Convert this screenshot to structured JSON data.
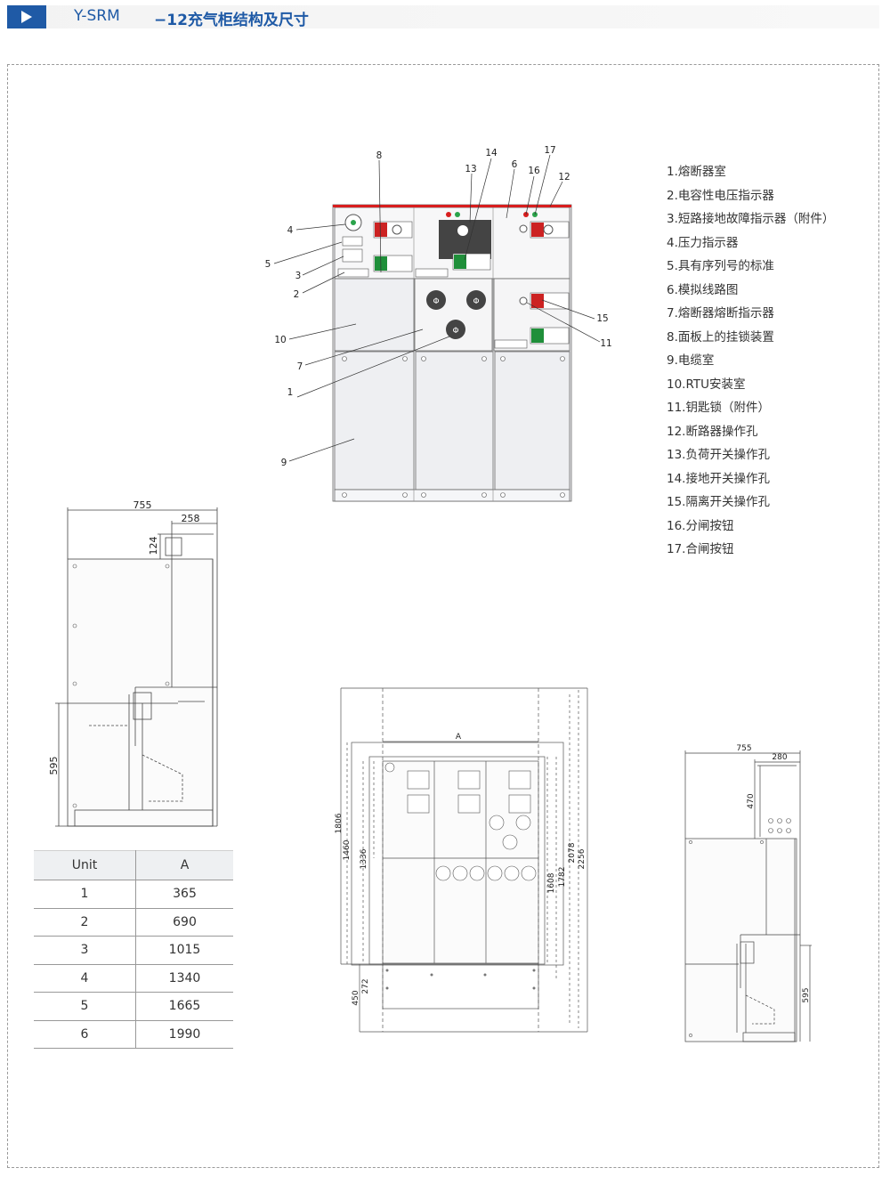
{
  "header": {
    "model": "Y-SRM",
    "title": "−12充气柜结构及尺寸",
    "accent": "#1f5aa6",
    "icon": "play-icon"
  },
  "front_callouts": [
    "1",
    "2",
    "3",
    "4",
    "5",
    "6",
    "7",
    "8",
    "9",
    "10",
    "11",
    "12",
    "13",
    "14",
    "15",
    "16",
    "17"
  ],
  "legend": [
    "1.熔断器室",
    "2.电容性电压指示器",
    "3.短路接地故障指示器（附件）",
    "4.压力指示器",
    "5.具有序列号的标准",
    "6.模拟线路图",
    "7.熔断器熔断指示器",
    "8.面板上的挂锁装置",
    "9.电缆室",
    "10.RTU安装室",
    "11.钥匙锁（附件）",
    "12.断路器操作孔",
    "13.负荷开关操作孔",
    "14.接地开关操作孔",
    "15.隔离开关操作孔",
    "16.分闸按钮",
    "17.合闸按钮"
  ],
  "side_left": {
    "width": "755",
    "depth": "258",
    "top": "124",
    "height": "595"
  },
  "plan": {
    "a": "A",
    "d1806": "1806",
    "d1460": "1460",
    "d1336": "1336",
    "d1608": "1608",
    "d1782": "1782",
    "d2078": "2078",
    "d2256": "2256",
    "d450": "450",
    "d272": "272"
  },
  "side_right": {
    "width": "755",
    "depth": "280",
    "top": "470",
    "height": "595"
  },
  "table": {
    "headers": [
      "Unit",
      "A"
    ],
    "rows": [
      [
        "1",
        "365"
      ],
      [
        "2",
        "690"
      ],
      [
        "3",
        "1015"
      ],
      [
        "4",
        "1340"
      ],
      [
        "5",
        "1665"
      ],
      [
        "6",
        "1990"
      ]
    ]
  }
}
